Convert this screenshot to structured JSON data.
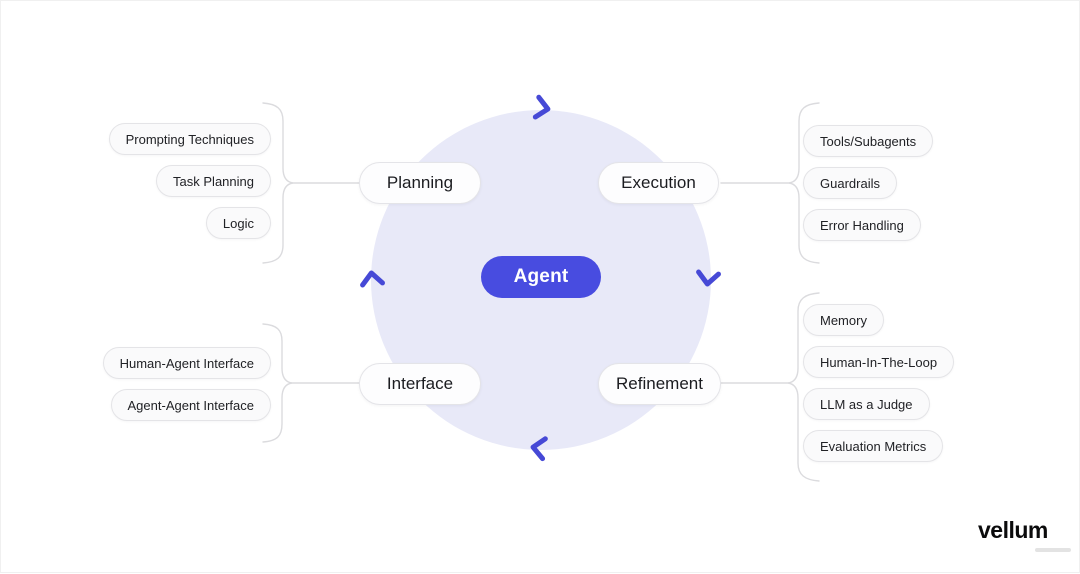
{
  "diagram": {
    "title_hint": "Agent lifecycle cycle diagram",
    "center": {
      "label": "Agent"
    },
    "phases": [
      {
        "id": "planning",
        "label": "Planning"
      },
      {
        "id": "execution",
        "label": "Execution"
      },
      {
        "id": "interface",
        "label": "Interface"
      },
      {
        "id": "refinement",
        "label": "Refinement"
      }
    ],
    "groups": {
      "planning_items": [
        "Prompting Techniques",
        "Task Planning",
        "Logic"
      ],
      "execution_items": [
        "Tools/Subagents",
        "Guardrails",
        "Error Handling"
      ],
      "interface_items": [
        "Human-Agent Interface",
        "Agent-Agent Interface"
      ],
      "refinement_items": [
        "Memory",
        "Human-In-The-Loop",
        "LLM as a Judge",
        "Evaluation Metrics"
      ]
    },
    "cycle_arrows": [
      "chevron-right-top",
      "chevron-down-right",
      "chevron-left-bottom",
      "chevron-up-left"
    ],
    "colors": {
      "accent": "#484ce0",
      "circle_fill": "#e8e9f8",
      "arrow": "#4649d6",
      "pill_border": "#e4e4e8",
      "bracket_line": "#dbdbde",
      "text": "#1b1c20"
    }
  },
  "footer": {
    "brand": "vellum"
  }
}
